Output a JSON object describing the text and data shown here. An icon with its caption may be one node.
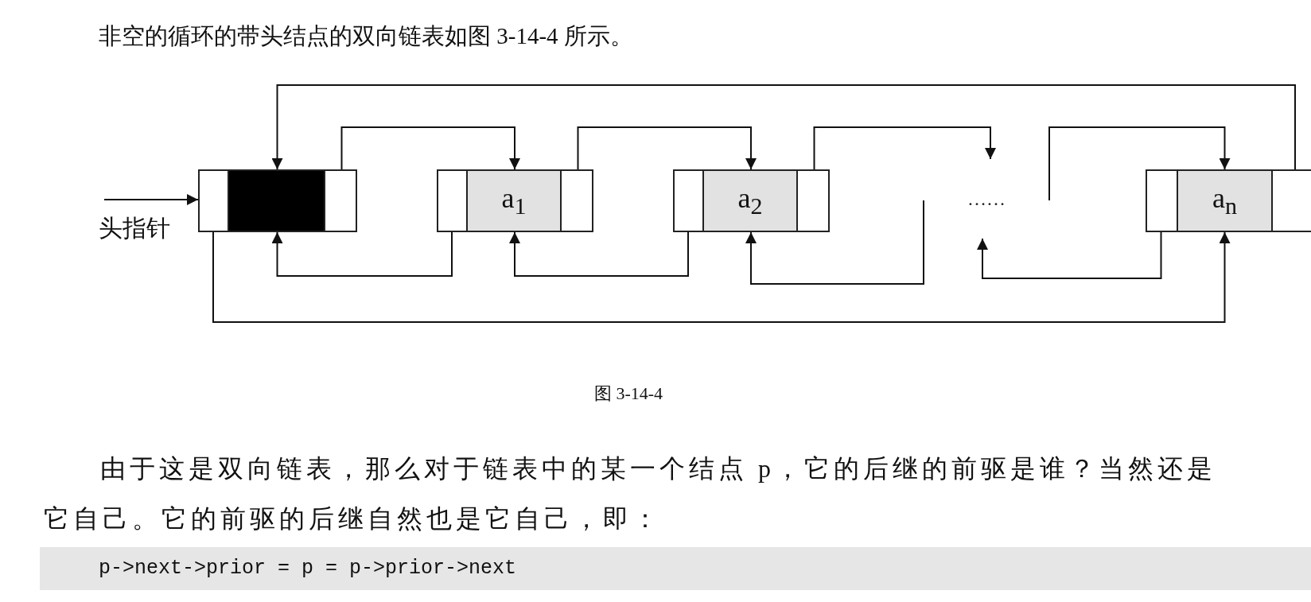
{
  "diagram": {
    "caption": "图 3-14-4",
    "nodes": [
      {
        "text": [
          "头指针"
        ]
      },
      {
        "text": [],
        "shape": "box"
      },
      {
        "text": [
          "a$_{1}$"
        ]
      },
      {
        "text": [
          "a$_{2}$"
        ]
      },
      {
        "text": [
          "……"
        ]
      },
      {
        "text": [
          "a$_{n}$"
        ]
      }
    ],
    "edges": [
      {
        "from": 0,
        "to": 1,
        "arrow": "to"
      },
      {
        "from": 1,
        "to": 2,
        "arrow": "to"
      },
      {
        "from": 2,
        "to": 1,
        "arrow": "to"
      },
      {
        "from": 2,
        "to": 3,
        "arrow": "to"
      },
      {
        "from": 3,
        "to": 2,
        "arrow": "to"
      },
      {
        "from": 3,
        "to": 4,
        "arrow": "to"
      },
      {
        "from": 4,
        "to": 5,
        "arrow": "to"
      },
      {
        "from": 5,
        "to": 4,
        "arrow": "to"
      },
      {
        "from": 4,
        "to": 3,
        "arrow": "to"
      },
      {
        "from": 5,
        "to": 1,
        "arrow": "to"
      },
      {
        "from": 1,
        "to": 5,
        "arrow": "to"
      }
    ],
    "labels": [
      "非空的循环的带头结点的双向链表如图 3-14-4 所示。",
      "由于这是双向链表，那么对于链表中的某一个结点 p，它的后继的前驱是谁？当然还是它自己。它的前驱的后继自然也是它自己，即：",
      "p->next->prior = p = p->prior->next"
    ]
  }
}
